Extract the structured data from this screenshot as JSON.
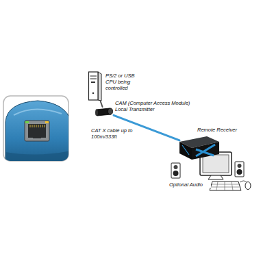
{
  "diagram": {
    "nodes": [
      {
        "text": [
          "PS/2 or USB CPU being controlled"
        ]
      },
      {
        "text": [
          "CAM (Computer Access Module) Local Transmitter"
        ]
      },
      {
        "text": [
          "Remote Receiver"
        ]
      }
    ],
    "edges": [
      {
        "from": 0,
        "to": 1,
        "arrow": "none"
      },
      {
        "from": 1,
        "to": 2,
        "label": "CAT X cable up to 100m/333ft",
        "arrow": "none"
      }
    ],
    "labels": [
      "Optional Audio"
    ]
  }
}
